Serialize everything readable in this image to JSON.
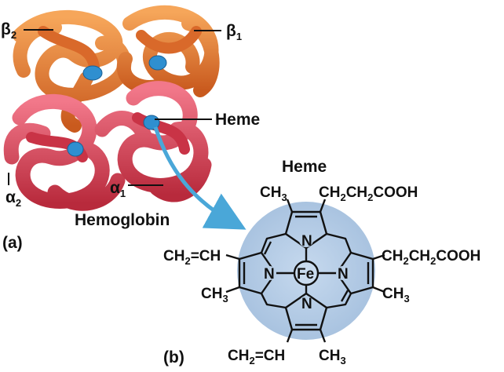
{
  "panel_a": {
    "panel_label": "(a)",
    "beta2": {
      "letter": "β",
      "sub": "2"
    },
    "beta1": {
      "letter": "β",
      "sub": "1"
    },
    "alpha2": {
      "letter": "α",
      "sub": "2"
    },
    "alpha1": {
      "letter": "α",
      "sub": "1"
    },
    "heme_label": "Heme",
    "title": "Hemoglobin"
  },
  "panel_b": {
    "panel_label": "(b)",
    "title": "Heme",
    "top_left": {
      "a": "CH",
      "sub": "3",
      "b": ""
    },
    "top_right": {
      "a": "CH",
      "sub": "2",
      "b": "CH",
      "sub2": "2",
      "c": "COOH"
    },
    "right": {
      "a": "CH",
      "sub": "2",
      "b": "CH",
      "sub2": "2",
      "c": "COOH"
    },
    "right_lower": {
      "a": "CH",
      "sub": "3"
    },
    "left": {
      "a": "CH",
      "sub": "2",
      "b": "=CH"
    },
    "left_lower": {
      "a": "CH",
      "sub": "3"
    },
    "bottom_left": {
      "a": "CH",
      "sub": "2",
      "b": "=CH"
    },
    "bottom_right": {
      "a": "CH",
      "sub": "3"
    },
    "iron": "Fe",
    "nitrogen": "N"
  },
  "colors": {
    "beta_orange": "#e8762a",
    "beta_dark": "#b84f1c",
    "alpha_red": "#d93a4a",
    "alpha_dark": "#a82434",
    "heme_blue": "#2f8fd0",
    "circle_fill": "#b9cfe6",
    "arrow": "#4aa7d8"
  }
}
